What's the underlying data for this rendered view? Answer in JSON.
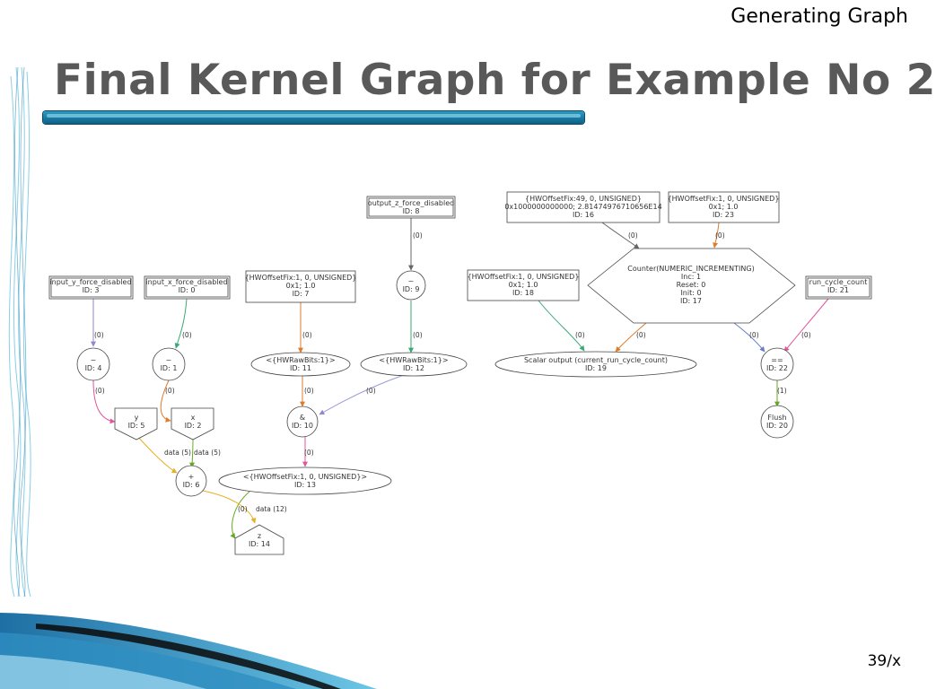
{
  "header": {
    "section_label": "Generating Graph"
  },
  "slide": {
    "title": "Final Kernel Graph for Example No 2",
    "page_number": "39/x"
  },
  "graph": {
    "nodes": {
      "n3": {
        "lines": [
          "input_y_force_disabled",
          "ID: 3"
        ]
      },
      "n0": {
        "lines": [
          "input_x_force_disabled",
          "ID: 0"
        ]
      },
      "n7": {
        "lines": [
          "{HWOffsetFix:1, 0, UNSIGNED}",
          "0x1; 1.0",
          "ID: 7"
        ]
      },
      "n8": {
        "lines": [
          "output_z_force_disabled",
          "ID: 8"
        ]
      },
      "n16": {
        "lines": [
          "{HWOffsetFix:49, 0, UNSIGNED}",
          "0x1000000000000; 2.81474976710656E14",
          "ID: 16"
        ]
      },
      "n23": {
        "lines": [
          "{HWOffsetFix:1, 0, UNSIGNED}",
          "0x1; 1.0",
          "ID: 23"
        ]
      },
      "n18": {
        "lines": [
          "{HWOffsetFix:1, 0, UNSIGNED}",
          "0x1; 1.0",
          "ID: 18"
        ]
      },
      "n17": {
        "lines": [
          "Counter(NUMERIC_INCREMENTING)",
          "Inc: 1",
          "Reset: 0",
          "Init: 0",
          "ID: 17"
        ]
      },
      "n21": {
        "lines": [
          "run_cycle_count",
          "ID: 21"
        ]
      },
      "n9": {
        "lines": [
          "~",
          "ID: 9"
        ]
      },
      "n4": {
        "lines": [
          "~",
          "ID: 4"
        ]
      },
      "n1": {
        "lines": [
          "~",
          "ID: 1"
        ]
      },
      "n11": {
        "lines": [
          "<{HWRawBits:1}>",
          "ID: 11"
        ]
      },
      "n12": {
        "lines": [
          "<{HWRawBits:1}>",
          "ID: 12"
        ]
      },
      "n19": {
        "lines": [
          "Scalar output (current_run_cycle_count)",
          "ID: 19"
        ]
      },
      "n22": {
        "lines": [
          "==",
          "ID: 22"
        ]
      },
      "n5": {
        "lines": [
          "y",
          "ID: 5"
        ]
      },
      "n2": {
        "lines": [
          "x",
          "ID: 2"
        ]
      },
      "n10": {
        "lines": [
          "&",
          "ID: 10"
        ]
      },
      "n20": {
        "lines": [
          "Flush",
          "ID: 20"
        ]
      },
      "n6": {
        "lines": [
          "+",
          "ID: 6"
        ]
      },
      "n13": {
        "lines": [
          "<{HWOffsetFix:1, 0, UNSIGNED}>",
          "ID: 13"
        ]
      },
      "n14": {
        "lines": [
          "z",
          "ID: 14"
        ]
      }
    },
    "edge_labels": {
      "e3_4": "(0)",
      "e0_1": "(0)",
      "e7_11": "(0)",
      "e8_9": "(0)",
      "e9_12": "(0)",
      "e16_17": "(0)",
      "e23_17": "(0)",
      "e18_19": "(0)",
      "e17_19": "(0)",
      "e17_22": "(0)",
      "e21_22": "(0)",
      "e4_5": "(0)",
      "e1_2": "(0)",
      "e11_10": "(0)",
      "e12_10": "(0)",
      "e22_20": "(1)",
      "e5_6": "data (5)",
      "e2_6": "data (5)",
      "e10_13": "(0)",
      "e13_14_a": "(0)",
      "e6_14": "data (12)"
    }
  }
}
